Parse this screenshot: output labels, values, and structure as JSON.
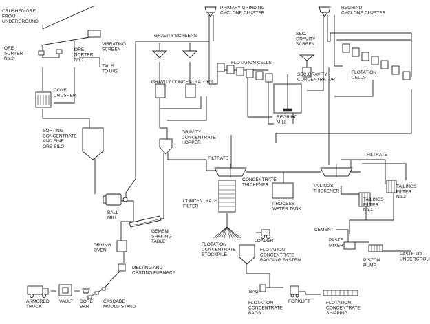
{
  "labels": {
    "crushed_ore": [
      "CRUSHED ORE",
      "FROM",
      "UNDERGROUND"
    ],
    "vibrating_screen": [
      "VIBRATING",
      "SCREEN"
    ],
    "ore_sorter_2": [
      "ORE",
      "SORTER",
      "No.2"
    ],
    "ore_sorter_1": [
      "ORE",
      "SORTER",
      "No.1"
    ],
    "tails": [
      "TAILS",
      "TO U/G"
    ],
    "cone_crusher": [
      "CONE",
      "CRUSHER"
    ],
    "sorting_silo": [
      "SORTING",
      "CONCENTRATE",
      "AND FINE",
      "ORE SILO"
    ],
    "gravity_screens": [
      "GRAVITY SCREENS"
    ],
    "gravity_concentrators": [
      "GRAVITY CONCENTRATORS"
    ],
    "primary_grinding": [
      "PRIMARY GRINDING",
      "CYCLONE CLUSTER"
    ],
    "flotation_cells_1": [
      "FLOTATION CELLS"
    ],
    "regrind_mill": [
      "REGRIND",
      "MILL"
    ],
    "sec_gravity_screen": [
      "SEC.",
      "GRAVITY",
      "SCREEN"
    ],
    "sec_gravity_concentrator": [
      "SEC.GRAVITY",
      "CONCENTRATOR"
    ],
    "regrind_cyclone": [
      "REGRIND",
      "CYCLONE CLUSTER"
    ],
    "flotation_cells_2": [
      "FLOTATION",
      "CELLS"
    ],
    "gravity_hopper": [
      "GRAVITY",
      "CONCENTRATE",
      "HOPPER"
    ],
    "filtrate_1": [
      "FILTRATE"
    ],
    "filtrate_2": [
      "FILTRATE"
    ],
    "concentrate_thickener": [
      "CONCENTRATE",
      "THICKENER"
    ],
    "tailings_thickener": [
      "TAILINGS",
      "THICKENER"
    ],
    "tailings_filter_2": [
      "TAILINGS",
      "FILTER",
      "No.2"
    ],
    "tailings_filter_1": [
      "TAILINGS",
      "FILTER",
      "No.1"
    ],
    "process_water_tank": [
      "PROCESS",
      "WATER TANK"
    ],
    "concentrate_filter": [
      "CONCENTRATE",
      "FILTER"
    ],
    "ball_mill": [
      "BALL",
      "MILL"
    ],
    "gemeni_table": [
      "GEMENI",
      "SHAKING",
      "TABLE"
    ],
    "drying_oven": [
      "DRYING",
      "OVEN"
    ],
    "melting_furnace": [
      "MELTING AND",
      "CASTING FURNACE"
    ],
    "flotation_stockpile": [
      "FLOTATION",
      "CONCENTRATE",
      "STOCKPILE"
    ],
    "loader": [
      "LOADER"
    ],
    "bagging_system": [
      "FLOTATION",
      "CONCENTRATE",
      "BAGGING SYSTEM"
    ],
    "cement": [
      "CEMENT"
    ],
    "paste_mixer": [
      "PASTE",
      "MIXER"
    ],
    "piston_pump": [
      "PISTON",
      "PUMP"
    ],
    "paste_underground": [
      "PASTE TO",
      "UNDERGROUND"
    ],
    "armored_truck": [
      "ARMORED",
      "TRUCK"
    ],
    "vault": [
      "VAULT"
    ],
    "dore_bar": [
      "DORÉ",
      "BAR"
    ],
    "cascade_mould": [
      "CASCADE",
      "MOULD STAND"
    ],
    "bag": [
      "BAG"
    ],
    "concentrate_bags": [
      "FLOTATION",
      "CONCENTRATE",
      "BAGS"
    ],
    "forklift": [
      "FORKLIFT"
    ],
    "concentrate_shipping": [
      "FLOTATION",
      "CONCENTRATE",
      "SHIPPING"
    ]
  }
}
